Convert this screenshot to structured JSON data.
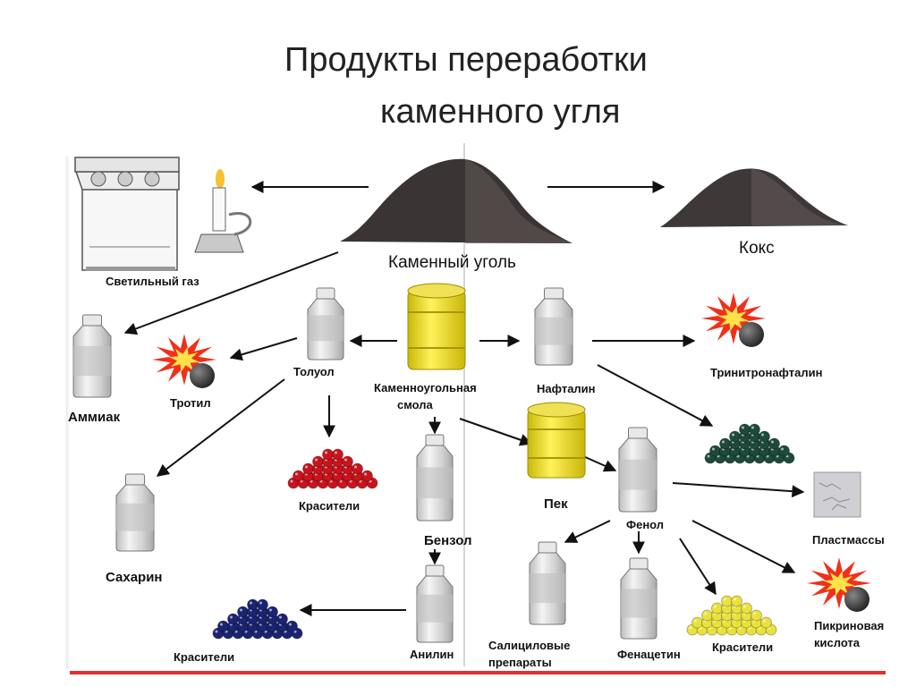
{
  "title": {
    "line1": "Продукты переработки",
    "line2": "каменного угля"
  },
  "labels": {
    "coal": "Каменный уголь",
    "coke": "Кокс",
    "lighting_gas": "Светильный газ",
    "ammonia": "Аммиак",
    "trotyl": "Тротил",
    "toluene": "Толуол",
    "tar_line1": "Каменноугольная",
    "tar_line2": "смола",
    "naphthalene": "Нафталин",
    "trinitronaphthalene": "Тринитронафталин",
    "dyes_red": "Красители",
    "saccharin": "Сахарин",
    "pitch": "Пек",
    "benzene": "Бензол",
    "phenol": "Фенол",
    "plastics": "Пластмассы",
    "salicyl_line1": "Салициловые",
    "salicyl_line2": "препараты",
    "phenacetin": "Фенацетин",
    "dyes_yellow": "Красители",
    "picric_line1": "Пикриновая",
    "picric_line2": "кислота",
    "aniline": "Анилин",
    "dyes_blue": "Красители"
  },
  "colors": {
    "coal": "#3a3434",
    "barrel": "#f2e21a",
    "bottle": "#d9d9d9",
    "dyes_red": "#c8141e",
    "dyes_green": "#1d4a3a",
    "dyes_yellow": "#e9e23c",
    "dyes_blue": "#1b2470",
    "explosion": "#f0301c",
    "bottom_line": "#e03030"
  }
}
